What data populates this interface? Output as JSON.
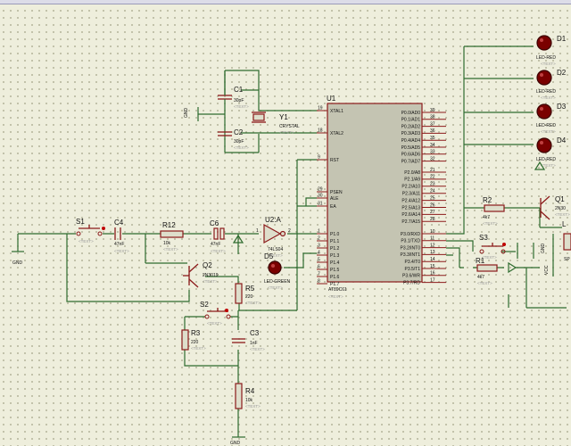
{
  "window": {
    "accent_color": "#9a9ab8",
    "wire_color": "#2e6b2e",
    "component_color": "#8b1a1a",
    "body_color": "#c4c4b2"
  },
  "placeholder": "<TEXT>",
  "mcu": {
    "ref": "U1",
    "part": "AT89C61",
    "left_pins": [
      {
        "num": "19",
        "name": "XTAL1"
      },
      {
        "num": "18",
        "name": "XTAL2"
      },
      {
        "num": "9",
        "name": "RST"
      },
      {
        "num": "29",
        "name": "PSEN"
      },
      {
        "num": "30",
        "name": "ALE"
      },
      {
        "num": "31",
        "name": "EA"
      },
      {
        "num": "1",
        "name": "P1.0"
      },
      {
        "num": "2",
        "name": "P1.1"
      },
      {
        "num": "3",
        "name": "P1.2"
      },
      {
        "num": "4",
        "name": "P1.3"
      },
      {
        "num": "5",
        "name": "P1.4"
      },
      {
        "num": "6",
        "name": "P1.5"
      },
      {
        "num": "7",
        "name": "P1.6"
      },
      {
        "num": "8",
        "name": "P1.7"
      }
    ],
    "right_pins": [
      {
        "num": "39",
        "name": "P0.0/AD0"
      },
      {
        "num": "38",
        "name": "P0.1/AD1"
      },
      {
        "num": "37",
        "name": "P0.2/AD2"
      },
      {
        "num": "36",
        "name": "P0.3/AD3"
      },
      {
        "num": "35",
        "name": "P0.4/AD4"
      },
      {
        "num": "34",
        "name": "P0.5/AD5"
      },
      {
        "num": "33",
        "name": "P0.6/AD6"
      },
      {
        "num": "32",
        "name": "P0.7/AD7"
      },
      {
        "num": "21",
        "name": "P2.0/A8"
      },
      {
        "num": "22",
        "name": "P2.1/A9"
      },
      {
        "num": "23",
        "name": "P2.2/A10"
      },
      {
        "num": "24",
        "name": "P2.3/A11"
      },
      {
        "num": "25",
        "name": "P2.4/A12"
      },
      {
        "num": "26",
        "name": "P2.5/A13"
      },
      {
        "num": "27",
        "name": "P2.6/A14"
      },
      {
        "num": "28",
        "name": "P2.7/A15"
      },
      {
        "num": "10",
        "name": "P3.0/RXD"
      },
      {
        "num": "11",
        "name": "P3.1/TXD"
      },
      {
        "num": "12",
        "name": "P3.2/INT0"
      },
      {
        "num": "13",
        "name": "P3.3/INT1"
      },
      {
        "num": "14",
        "name": "P3.4/T0"
      },
      {
        "num": "15",
        "name": "P3.5/T1"
      },
      {
        "num": "16",
        "name": "P3.6/WR"
      },
      {
        "num": "17",
        "name": "P3.7/RD"
      }
    ]
  },
  "parts": {
    "c1": {
      "ref": "C1",
      "value": "30pF"
    },
    "c2": {
      "ref": "C2",
      "value": "30pF"
    },
    "y1": {
      "ref": "Y1",
      "value": "CRYSTAL"
    },
    "s1": {
      "ref": "S1"
    },
    "c4": {
      "ref": "C4",
      "value": "47nF"
    },
    "r12": {
      "ref": "R12",
      "value": "10k"
    },
    "c6": {
      "ref": "C6",
      "value": "47nF"
    },
    "u2": {
      "ref": "U2:A",
      "value": "74LS04"
    },
    "d5": {
      "ref": "D5",
      "value": "LED-GREEN"
    },
    "q2": {
      "ref": "Q2",
      "value": "2N3019"
    },
    "r5": {
      "ref": "R5",
      "value": "220"
    },
    "s2": {
      "ref": "S2"
    },
    "r3": {
      "ref": "R3",
      "value": "220"
    },
    "c3": {
      "ref": "C3",
      "value": "1nF"
    },
    "r4": {
      "ref": "R4",
      "value": "10k"
    },
    "d1": {
      "ref": "D1",
      "value": "LED-RED"
    },
    "d2": {
      "ref": "D2",
      "value": "LED-RED"
    },
    "d3": {
      "ref": "D3",
      "value": "LED-RED"
    },
    "d4": {
      "ref": "D4",
      "value": "LED-RED"
    },
    "r2": {
      "ref": "R2",
      "value": "4k7"
    },
    "r1": {
      "ref": "R1",
      "value": "4k7"
    },
    "s3": {
      "ref": "S3"
    },
    "q1": {
      "ref": "Q1",
      "value": "2N30"
    },
    "sp": {
      "value": "SP"
    },
    "l": {
      "value": "L"
    }
  },
  "power": {
    "gnd": "GND",
    "vcc": "VCC"
  }
}
